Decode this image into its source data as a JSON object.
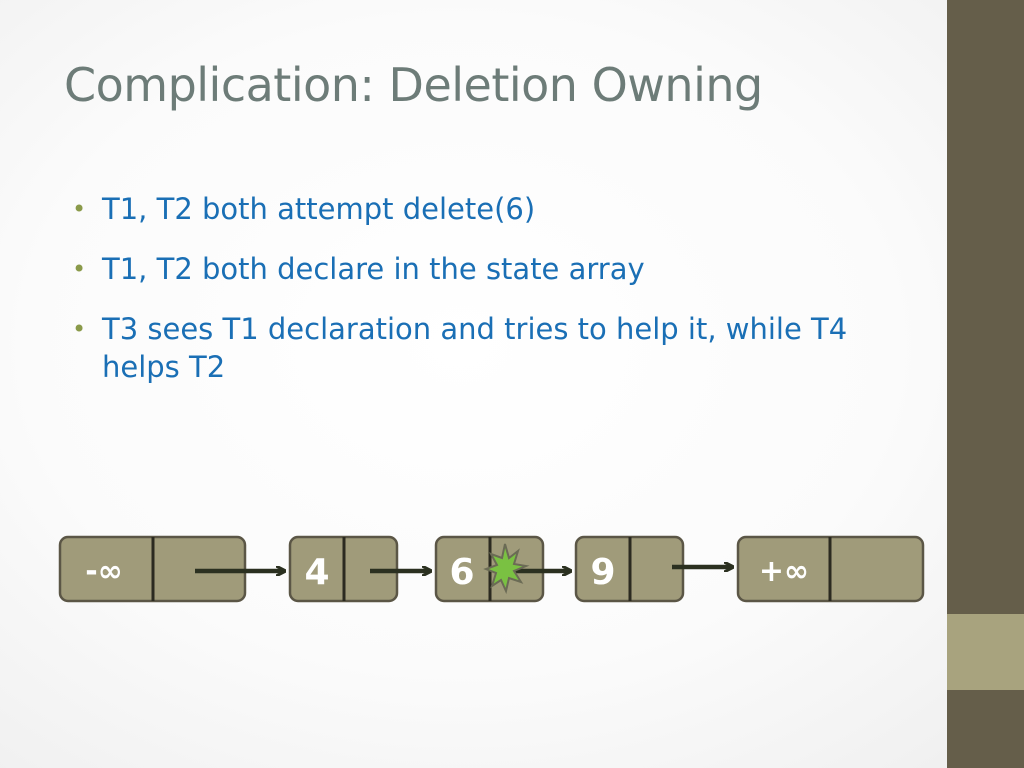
{
  "slide": {
    "title": "Complication: Deletion Owning",
    "bullets": [
      "T1, T2 both attempt delete(6)",
      "T1, T2 both declare in the state array",
      "T3 sees T1 declaration and tries to help it, while T4 helps T2"
    ]
  },
  "list": {
    "nodes": [
      "-∞",
      "4",
      "6",
      "9",
      "+∞"
    ],
    "conflict_marker": "burst-icon"
  },
  "colors": {
    "title": "#6d7c78",
    "text": "#1a6fb5",
    "bullet": "#8a9a4a",
    "node_fill": "#a09b7a",
    "node_border": "#5b5646",
    "arrow": "#2b3020",
    "burst": "#7ac142",
    "side_bar": "#655e4a",
    "side_accent": "#a8a37e"
  }
}
